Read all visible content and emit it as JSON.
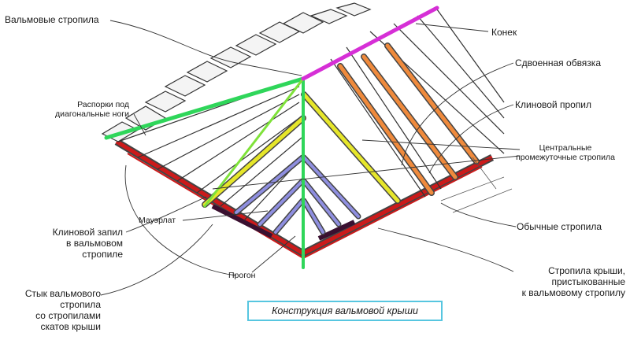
{
  "labels": {
    "hip_rafter": "Вальмовые стропила",
    "ridge": "Конек",
    "double_plate": "Сдвоенная обвязка",
    "wedge_cut": "Клиновой пропил",
    "struts": [
      "Распорки под",
      "диагональные ноги"
    ],
    "central_jacks": [
      "Центральные",
      "промежуточные стропила"
    ],
    "mauerlat": "Мауэрлат",
    "ordinary": "Обычные стропила",
    "wedge_notch": [
      "Клиновой запил",
      "в вальмовом",
      "стропиле"
    ],
    "purlin": "Прогон",
    "attached": [
      "Стропила крыши,",
      "пристыкованные",
      "к вальмовому стропилу"
    ],
    "joint": [
      "Стык вальмового",
      "стропила",
      "со стропилами",
      "скатов крыши"
    ]
  },
  "caption": "Конструкция вальмовой крыши",
  "colors": {
    "ridge": "#d62fd6",
    "hip_left": "#2fd65a",
    "hip_front": "#7fe23a",
    "central_jack": "#e6e62a",
    "jack_left": "#8f8fe0",
    "rafters_right": "#ef8a3c",
    "plate": "#cc1a1a",
    "caption_border": "#57c6e0"
  }
}
